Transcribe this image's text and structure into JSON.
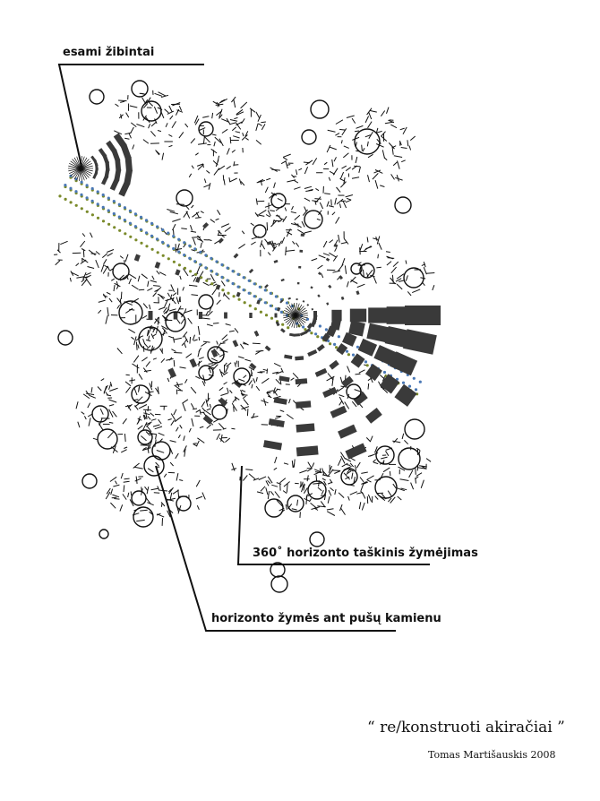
{
  "labels": {
    "lamps": "esami žibintai",
    "horizon_360": "360˚  horizonto  taškinis žymėjimas",
    "trunk_marks": "horizonto žymės ant pušų kamienu"
  },
  "title": "“ re/konstruoti akiračiai ”",
  "credit": "Tomas Martišauskis 2008",
  "colors": {
    "ink": "#111111",
    "mark": "#3a3a3a",
    "dot_blue": "#4a78b5",
    "dot_olive": "#7a8a2a",
    "background": "#ffffff"
  }
}
